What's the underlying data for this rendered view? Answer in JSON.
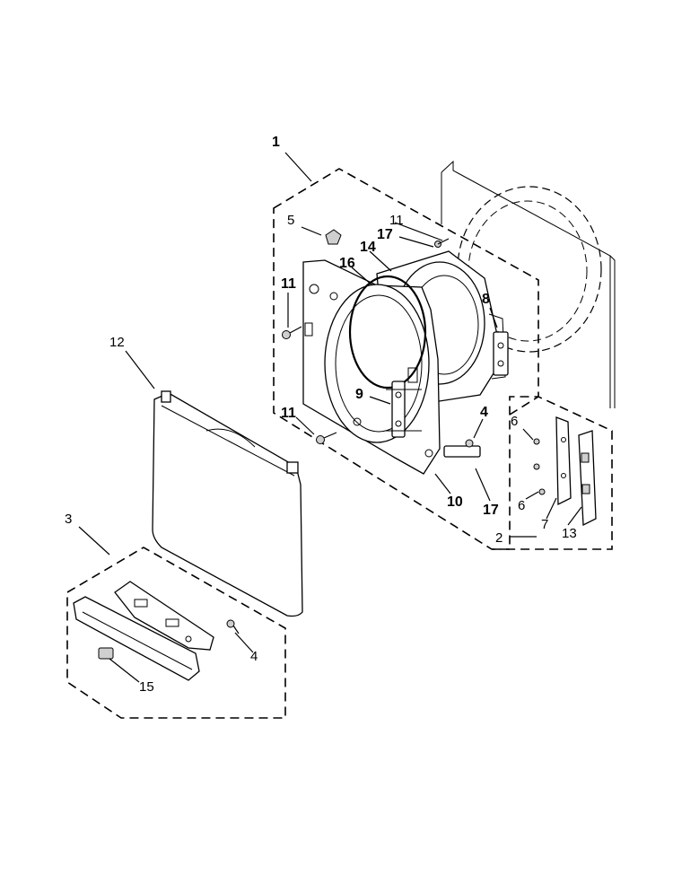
{
  "colors": {
    "line": "#000000",
    "background": "#ffffff",
    "shade": "#cfcfcf"
  },
  "callouts": [
    {
      "id": "c1",
      "text": "1"
    },
    {
      "id": "c2",
      "text": "2"
    },
    {
      "id": "c3",
      "text": "3"
    },
    {
      "id": "c4a",
      "text": "4"
    },
    {
      "id": "c4b",
      "text": "4"
    },
    {
      "id": "c5",
      "text": "5"
    },
    {
      "id": "c6a",
      "text": "6"
    },
    {
      "id": "c6b",
      "text": "6"
    },
    {
      "id": "c7",
      "text": "7"
    },
    {
      "id": "c8",
      "text": "8"
    },
    {
      "id": "c9",
      "text": "9"
    },
    {
      "id": "c10",
      "text": "10"
    },
    {
      "id": "c11a",
      "text": "11"
    },
    {
      "id": "c11b",
      "text": "11"
    },
    {
      "id": "c11c",
      "text": "11"
    },
    {
      "id": "c12",
      "text": "12"
    },
    {
      "id": "c13",
      "text": "13"
    },
    {
      "id": "c14",
      "text": "14"
    },
    {
      "id": "c15",
      "text": "15"
    },
    {
      "id": "c16",
      "text": "16"
    },
    {
      "id": "c17a",
      "text": "17"
    },
    {
      "id": "c17b",
      "text": "17"
    }
  ]
}
